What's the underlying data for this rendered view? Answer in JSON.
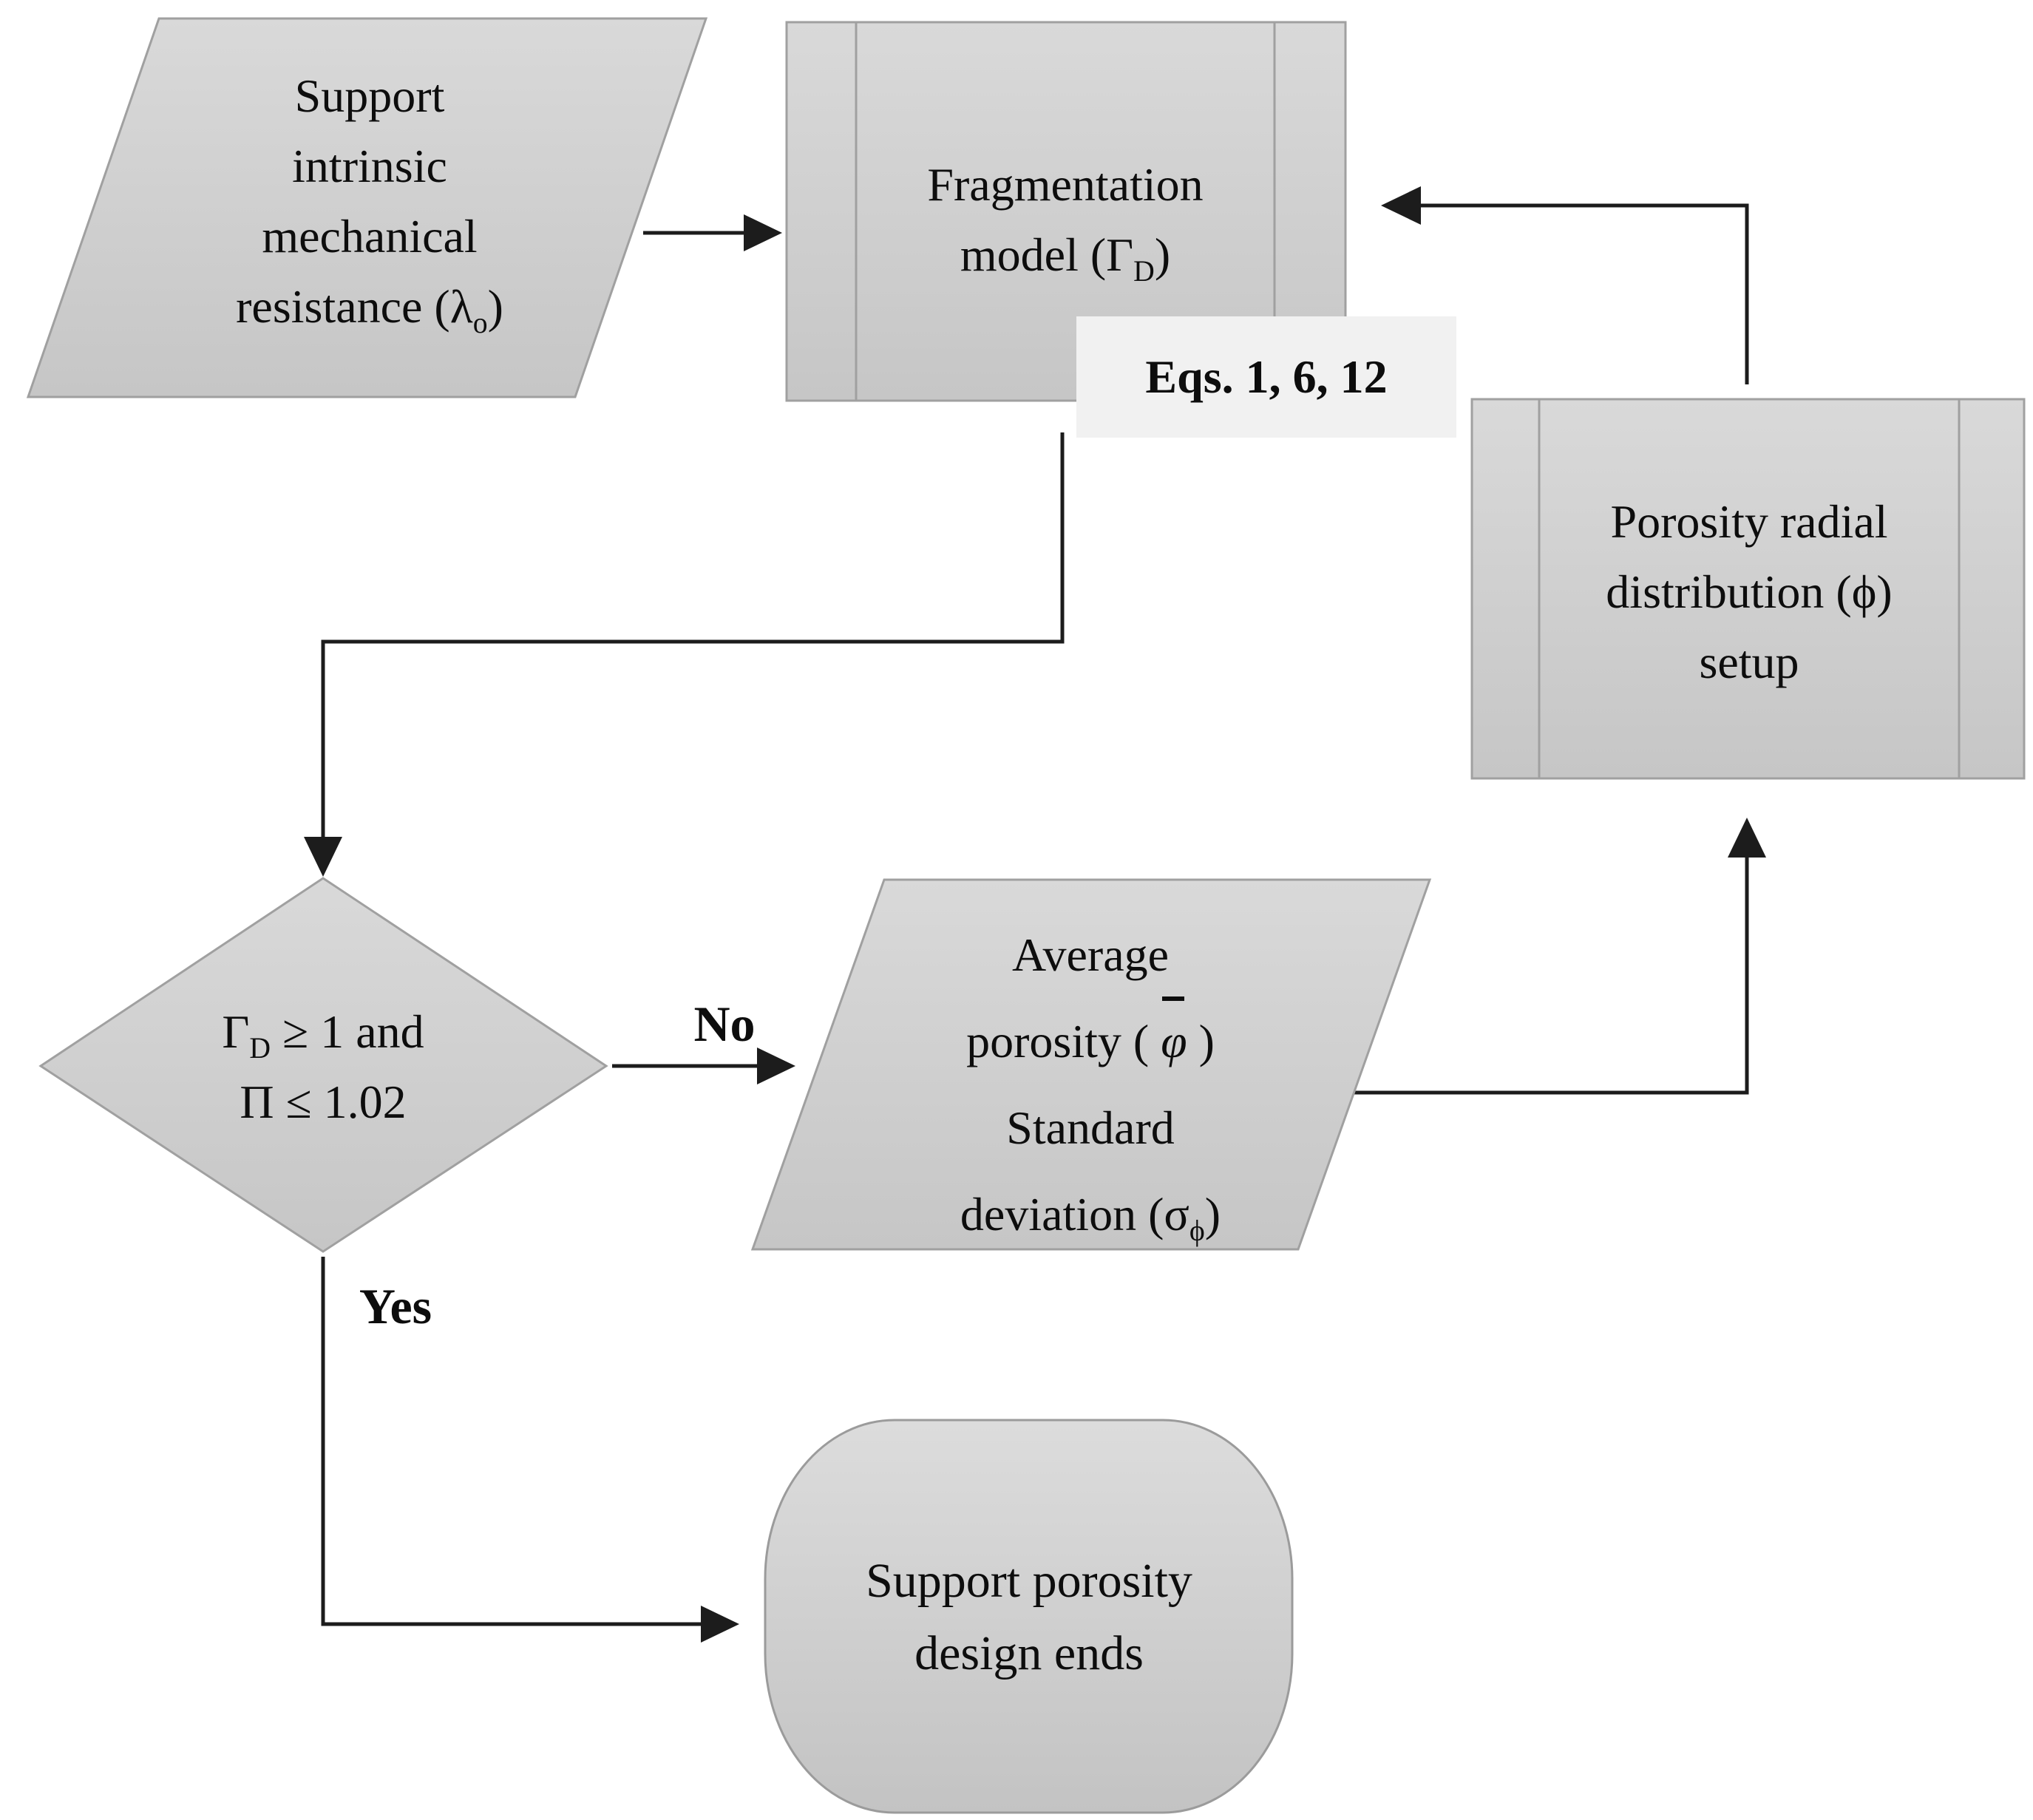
{
  "figure": {
    "type": "flowchart",
    "background": "#ffffff"
  },
  "colors": {
    "shape_fill_top": "#d9d9d9",
    "shape_fill_bottom": "#c6c6c6",
    "shape_border": "#a0a0a0",
    "note_background": "#f1f1f1",
    "connector": "#1c1c1c",
    "text": "#0d0d0d"
  },
  "nodes": {
    "support_input": {
      "shape": "parallelogram",
      "line1": "Support",
      "line2": "intrinsic",
      "line3": "mechanical",
      "line4_pre": "resistance (λ",
      "line4_sub": "o",
      "line4_post": ")"
    },
    "fragmentation": {
      "shape": "predefined-process",
      "line1": "Fragmentation",
      "line2_pre": "model (Γ",
      "line2_sub": "D",
      "line2_post": ")"
    },
    "eqs_note": {
      "shape": "note-label",
      "text": "Eqs. 1, 6, 12"
    },
    "porosity_setup": {
      "shape": "predefined-process",
      "line1": "Porosity radial",
      "line2": "distribution (ϕ)",
      "line3": "setup"
    },
    "decision": {
      "shape": "diamond",
      "line1_pre": "Γ",
      "line1_sub": "D",
      "line1_mid": " ≥ 1 and",
      "line2": "Π ≤ 1.02"
    },
    "average_porosity": {
      "shape": "parallelogram",
      "line1": "Average",
      "line2_pre": "porosity ( ",
      "line2_phi": "φ",
      "line2_post": " )",
      "line3": "Standard",
      "line4_pre": "deviation (σ",
      "line4_sub": "ϕ",
      "line4_post": ")"
    },
    "design_ends": {
      "shape": "terminator",
      "line1": "Support porosity",
      "line2": "design ends"
    }
  },
  "edges": {
    "no_label": "No",
    "yes_label": "Yes"
  }
}
